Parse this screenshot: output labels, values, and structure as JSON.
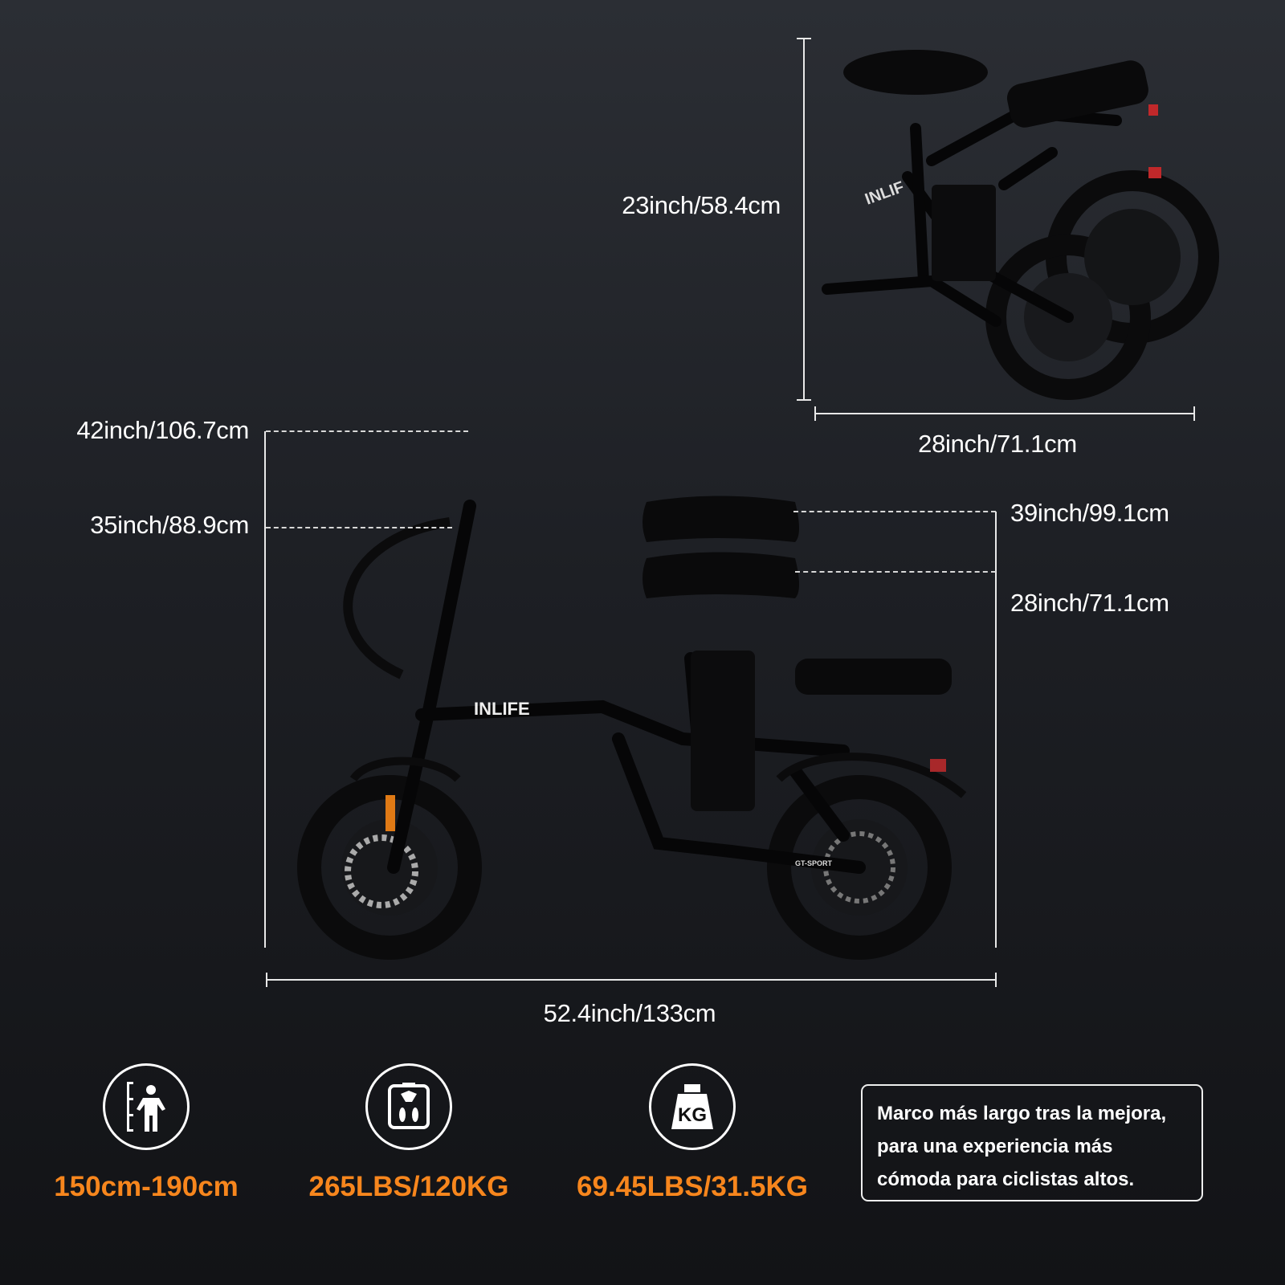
{
  "folded": {
    "height_label": "23inch/58.4cm",
    "length_label": "28inch/71.1cm"
  },
  "unfolded": {
    "handlebar_max_label": "42inch/106.7cm",
    "handlebar_min_label": "35inch/88.9cm",
    "seat_max_label": "39inch/99.1cm",
    "seat_min_label": "28inch/71.1cm",
    "length_label": "52.4inch/133cm",
    "brand_logo": "INLIFE",
    "hub_text": "GT-SPORT"
  },
  "specs": [
    {
      "icon": "height-icon",
      "value": "150cm-190cm"
    },
    {
      "icon": "scale-icon",
      "value": "265LBS/120KG"
    },
    {
      "icon": "weight-kg-icon",
      "value": "69.45LBS/31.5KG",
      "icon_text": "KG"
    }
  ],
  "note": {
    "line1": "Marco más largo tras la mejora,",
    "line2": "para una experiencia más",
    "line3": "cómoda para ciclistas altos."
  },
  "colors": {
    "accent": "#f7861d",
    "text": "#ffffff"
  }
}
